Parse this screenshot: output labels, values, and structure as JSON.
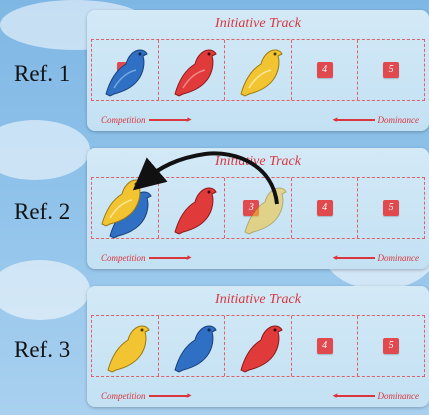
{
  "boards": [
    {
      "ref_label": "Ref. 1",
      "title": "Initiative Track",
      "left_label": "Competition",
      "right_label": "Dominance",
      "cells": [
        {
          "number": "",
          "birds": [
            "blue"
          ]
        },
        {
          "number": "",
          "birds": [
            "red"
          ]
        },
        {
          "number": "",
          "birds": [
            "yellow"
          ]
        },
        {
          "number": "4",
          "birds": []
        },
        {
          "number": "5",
          "birds": []
        }
      ]
    },
    {
      "ref_label": "Ref. 2",
      "title": "Initiative Track",
      "left_label": "Competition",
      "right_label": "Dominance",
      "cells": [
        {
          "number": "",
          "birds": [
            "blue",
            "yellow"
          ]
        },
        {
          "number": "",
          "birds": [
            "red"
          ]
        },
        {
          "number": "3",
          "birds": [
            "yellow-ghost"
          ]
        },
        {
          "number": "4",
          "birds": []
        },
        {
          "number": "5",
          "birds": []
        }
      ],
      "move_arrow": "from cell 3 to cell 1"
    },
    {
      "ref_label": "Ref. 3",
      "title": "Initiative Track",
      "left_label": "Competition",
      "right_label": "Dominance",
      "cells": [
        {
          "number": "",
          "birds": [
            "yellow"
          ]
        },
        {
          "number": "",
          "birds": [
            "blue"
          ]
        },
        {
          "number": "",
          "birds": [
            "red"
          ]
        },
        {
          "number": "4",
          "birds": []
        },
        {
          "number": "5",
          "birds": []
        }
      ]
    }
  ],
  "colors": {
    "accent": "#d9363e",
    "blue_bird": "#2f6fc4",
    "red_bird": "#e03a3a",
    "yellow_bird": "#f2c431"
  }
}
